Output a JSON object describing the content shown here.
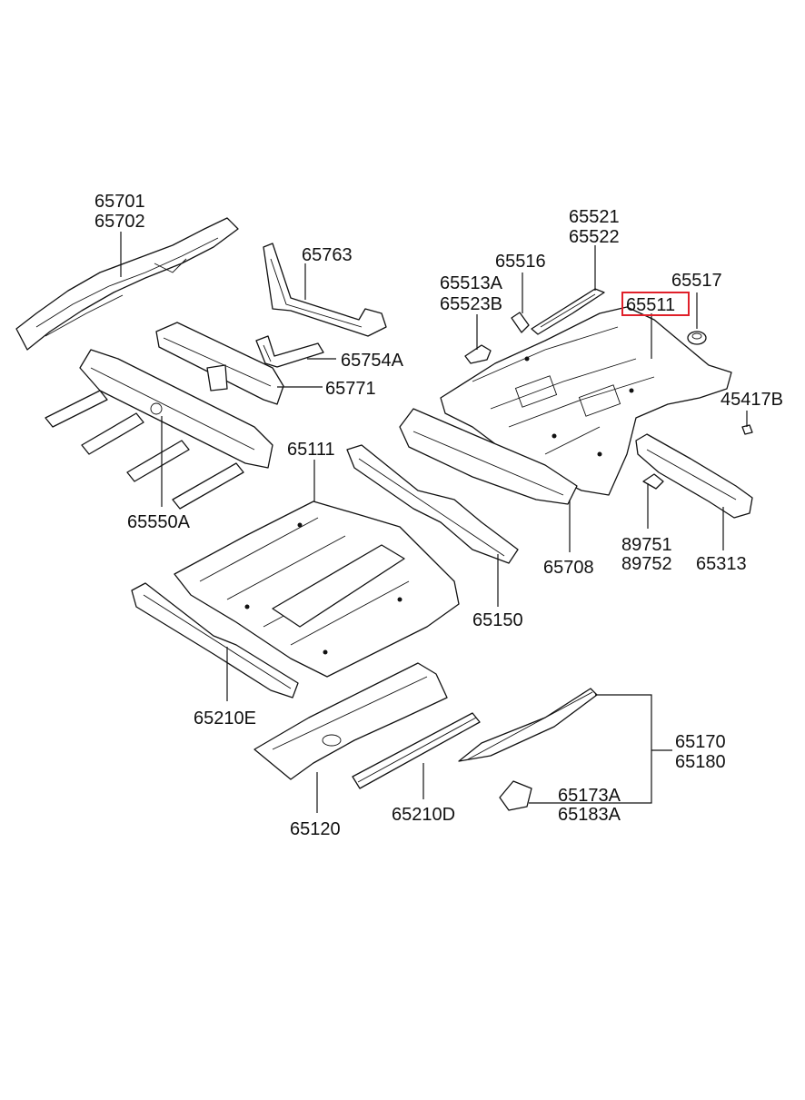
{
  "highlight_color": "#e0202a",
  "parts": {
    "p65701": "65701",
    "p65702": "65702",
    "p65763": "65763",
    "p65754A": "65754A",
    "p65771": "65771",
    "p65550A": "65550A",
    "p65521": "65521",
    "p65522": "65522",
    "p65516": "65516",
    "p65513A": "65513A",
    "p65523B": "65523B",
    "p65517": "65517",
    "p65511": "65511",
    "p45417B": "45417B",
    "p65111": "65111",
    "p65708": "65708",
    "p65150": "65150",
    "p89751": "89751",
    "p89752": "89752",
    "p65313": "65313",
    "p65210E": "65210E",
    "p65170": "65170",
    "p65180": "65180",
    "p65120": "65120",
    "p65210D": "65210D",
    "p65173A": "65173A",
    "p65183A": "65183A"
  },
  "highlighted_part": "65511"
}
